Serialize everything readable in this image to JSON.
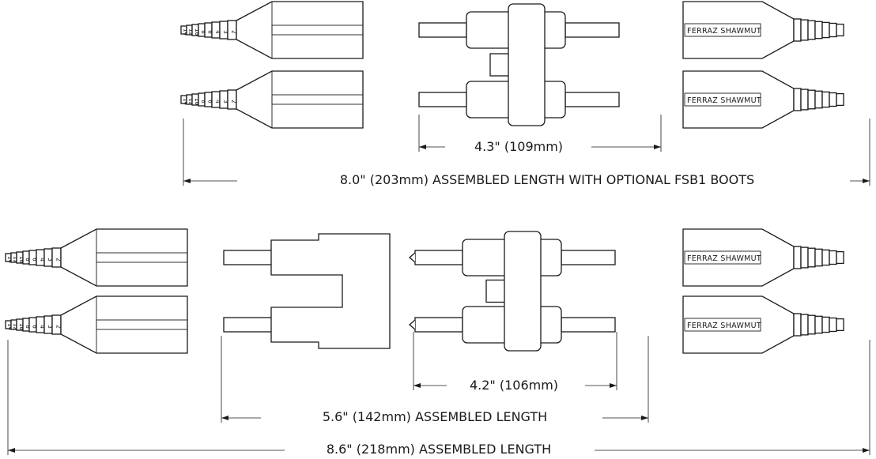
{
  "brand_label": "FERRAZ SHAWMUT",
  "boot_tick_labels": [
    "14",
    "12",
    "10",
    "8",
    "6",
    "4",
    "3",
    "2"
  ],
  "dimensions": {
    "top_connector": "4.3\" (109mm)",
    "top_assembled": "8.0\" (203mm) ASSEMBLED LENGTH WITH OPTIONAL FSB1 BOOTS",
    "bottom_connector": "4.2\" (106mm)",
    "bottom_assembled_short": "5.6\" (142mm) ASSEMBLED LENGTH",
    "bottom_assembled_long": "8.6\" (218mm) ASSEMBLED LENGTH"
  }
}
